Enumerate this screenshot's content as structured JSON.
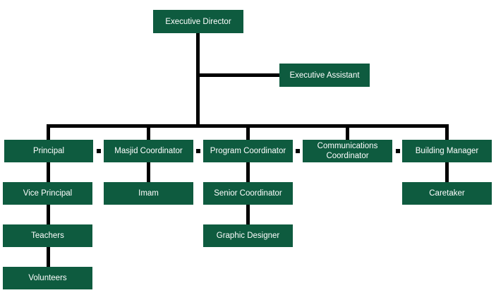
{
  "chart": {
    "box_color": "#0e5b3f",
    "line_color": "#000000",
    "text_color": "#ffffff",
    "executive_director": "Executive Director",
    "executive_assistant": "Executive Assistant",
    "principal": "Principal",
    "masjid_coordinator": "Masjid Coordinator",
    "program_coordinator": "Program Coordinator",
    "communications_coordinator": "Communications Coordinator",
    "building_manager": "Building Manager",
    "vice_principal": "Vice Principal",
    "teachers": "Teachers",
    "volunteers": "Volunteers",
    "imam": "Imam",
    "senior_coordinator": "Senior Coordinator",
    "graphic_designer": "Graphic Designer",
    "caretaker": "Caretaker"
  }
}
